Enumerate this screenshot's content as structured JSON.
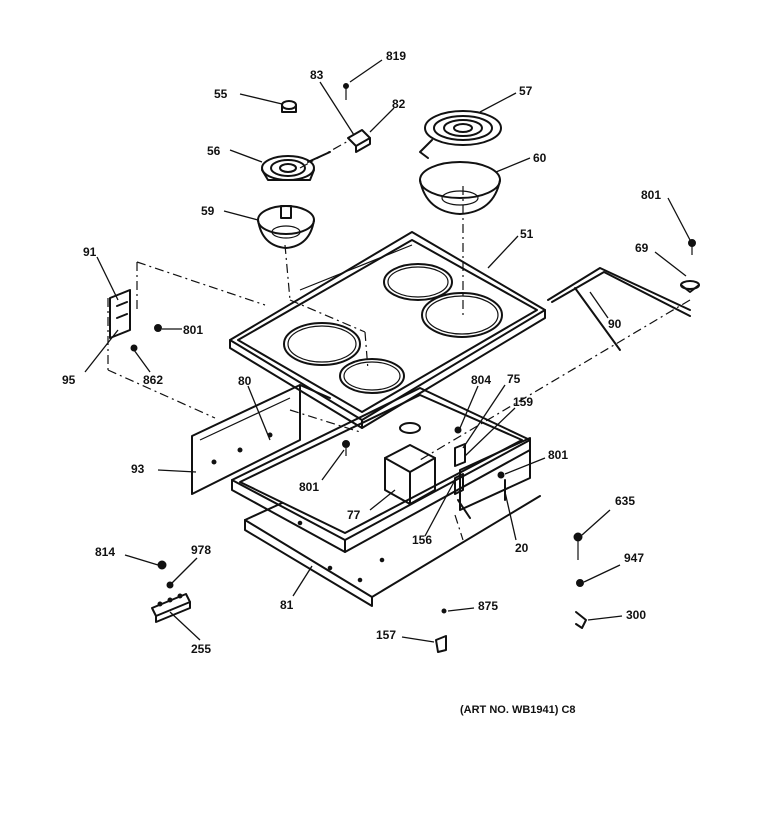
{
  "callouts": {
    "c819": "819",
    "c83": "83",
    "c82": "82",
    "c55": "55",
    "c57": "57",
    "c56": "56",
    "c60": "60",
    "c59": "59",
    "c801_top": "801",
    "c69": "69",
    "c51": "51",
    "c91": "91",
    "c801_left": "801",
    "c90": "90",
    "c95": "95",
    "c862": "862",
    "c80": "80",
    "c804": "804",
    "c75": "75",
    "c159": "159",
    "c801_right": "801",
    "c93": "93",
    "c801_mid": "801",
    "c77": "77",
    "c156": "156",
    "c20": "20",
    "c635": "635",
    "c814": "814",
    "c978": "978",
    "c947": "947",
    "c81": "81",
    "c875": "875",
    "c300": "300",
    "c157": "157",
    "c255": "255"
  },
  "art_note": "(ART NO. WB1941) C8"
}
